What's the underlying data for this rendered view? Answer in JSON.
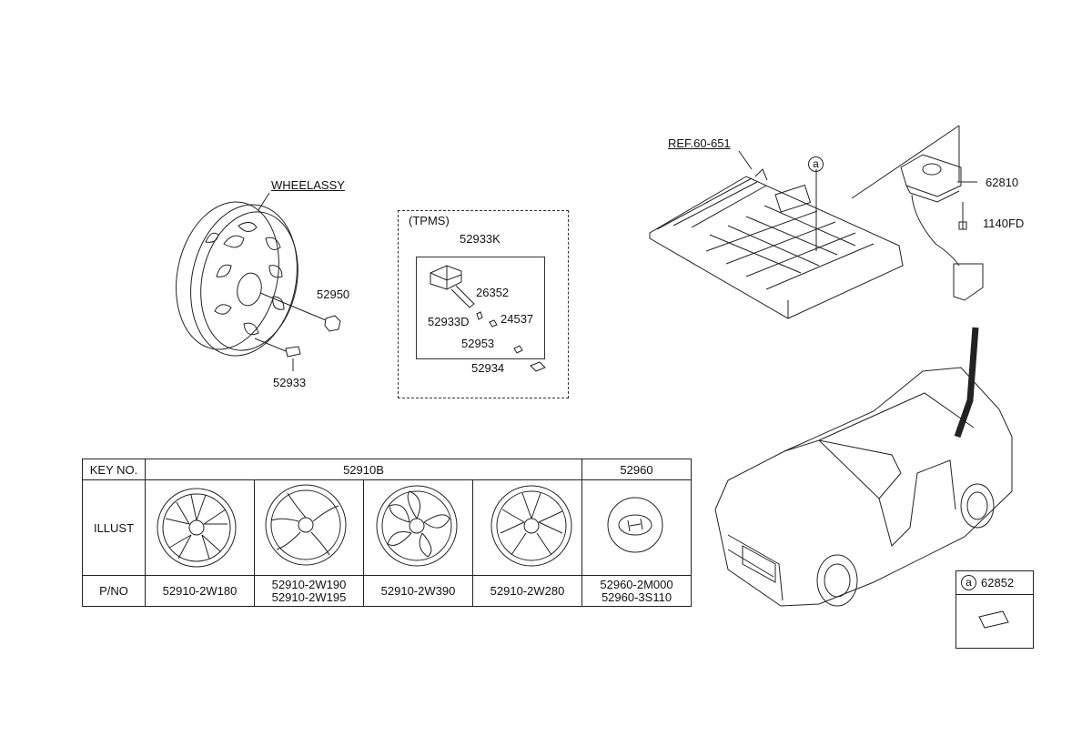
{
  "wheel_section": {
    "title": "WHEELASSY",
    "parts": {
      "nut": "52950",
      "valve": "52933"
    }
  },
  "tpms_section": {
    "title": "(TPMS)",
    "kit_number": "52933K",
    "parts": {
      "sensor": "52933D",
      "cap": "26352",
      "core": "24537",
      "washer": "52953",
      "valve_nut": "52934"
    }
  },
  "spare_section": {
    "ref_label": "REF.60-651",
    "callout": "a",
    "parts": {
      "carrier": "62810",
      "bolt": "1140FD"
    }
  },
  "label_box": {
    "callout": "a",
    "part": "62852"
  },
  "key_table": {
    "header": {
      "key_no": "KEY NO.",
      "group1": "52910B",
      "group2": "52960"
    },
    "row_labels": {
      "illust": "ILLUST",
      "pno": "P/NO"
    },
    "pnos": [
      [
        "52910-2W180"
      ],
      [
        "52910-2W190",
        "52910-2W195"
      ],
      [
        "52910-2W390"
      ],
      [
        "52910-2W280"
      ],
      [
        "52960-2M000",
        "52960-3S110"
      ]
    ]
  }
}
